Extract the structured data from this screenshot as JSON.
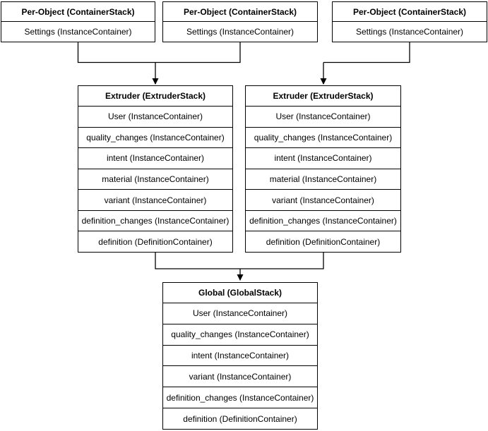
{
  "diagram": {
    "per_object_stacks": [
      {
        "title": "Per-Object (ContainerStack)",
        "rows": [
          "Settings (InstanceContainer)"
        ]
      },
      {
        "title": "Per-Object (ContainerStack)",
        "rows": [
          "Settings (InstanceContainer)"
        ]
      },
      {
        "title": "Per-Object (ContainerStack)",
        "rows": [
          "Settings (InstanceContainer)"
        ]
      }
    ],
    "extruder_stacks": [
      {
        "title": "Extruder (ExtruderStack)",
        "rows": [
          "User (InstanceContainer)",
          "quality_changes (InstanceContainer)",
          "intent (InstanceContainer)",
          "material (InstanceContainer)",
          "variant (InstanceContainer)",
          "definition_changes (InstanceContainer)",
          "definition (DefinitionContainer)"
        ]
      },
      {
        "title": "Extruder (ExtruderStack)",
        "rows": [
          "User (InstanceContainer)",
          "quality_changes (InstanceContainer)",
          "intent (InstanceContainer)",
          "material (InstanceContainer)",
          "variant (InstanceContainer)",
          "definition_changes (InstanceContainer)",
          "definition (DefinitionContainer)"
        ]
      }
    ],
    "global_stack": {
      "title": "Global (GlobalStack)",
      "rows": [
        "User (InstanceContainer)",
        "quality_changes (InstanceContainer)",
        "intent (InstanceContainer)",
        "variant (InstanceContainer)",
        "definition_changes (InstanceContainer)",
        "definition (DefinitionContainer)"
      ]
    },
    "colors": {
      "stroke": "#000000",
      "fill": "#ffffff",
      "text": "#000000"
    }
  }
}
